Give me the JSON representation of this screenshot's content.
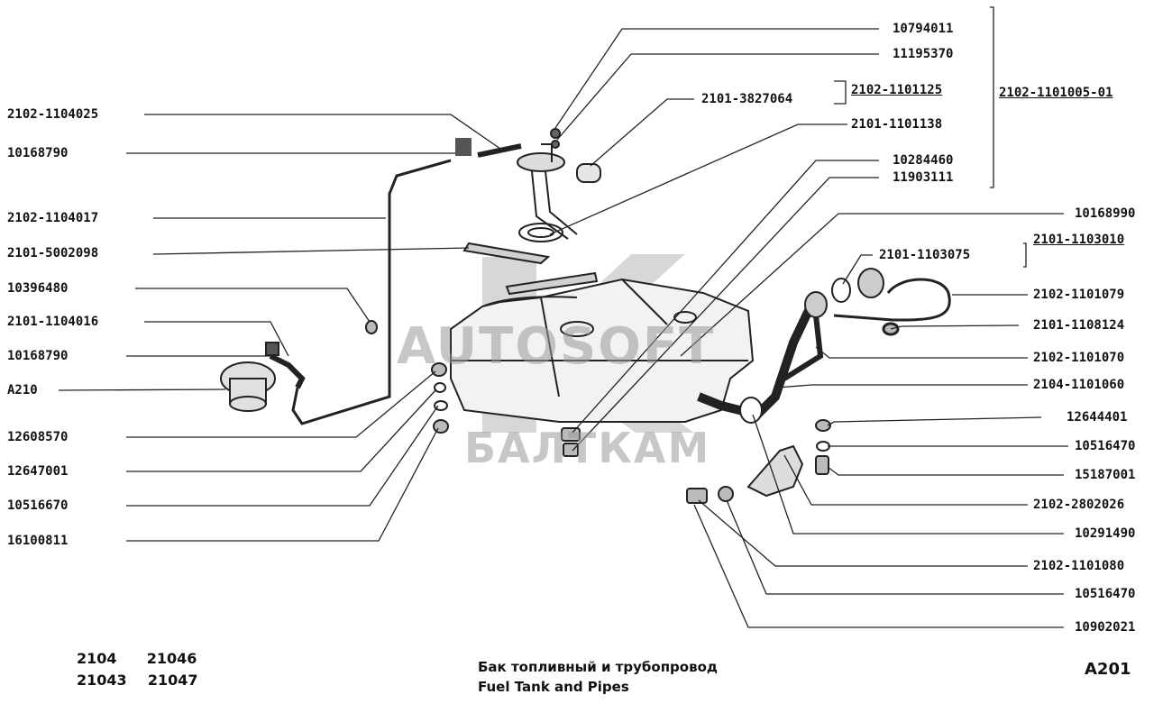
{
  "labels_left": [
    "2102-1104025",
    "10168790",
    "2102-1104017",
    "2101-5002098",
    "10396480",
    "2101-1104016",
    "10168790",
    "A210",
    "12608570",
    "12647001",
    "10516670",
    "16100811"
  ],
  "labels_right": [
    "10794011",
    "11195370",
    "2101-3827064",
    "2102-1101125",
    "2102-1101005-01",
    "2101-1101138",
    "10284460",
    "11903111",
    "10168990",
    "2101-1103075",
    "2101-1103010",
    "2102-1101079",
    "2101-1108124",
    "2102-1101070",
    "2104-1101060",
    "12644401",
    "10516470",
    "15187001",
    "2102-2802026",
    "10291490",
    "2102-1101080",
    "10516470",
    "10902021"
  ],
  "footer": {
    "models_row1": [
      "2104",
      "21046"
    ],
    "models_row2": [
      "21043",
      "21047"
    ],
    "title_ru": "Бак топливный и трубопровод",
    "title_en": "Fuel Tank and Pipes",
    "code": "A201"
  },
  "watermark": {
    "main": "AUTOSOFT",
    "sub": "БАЛТКАМ"
  }
}
